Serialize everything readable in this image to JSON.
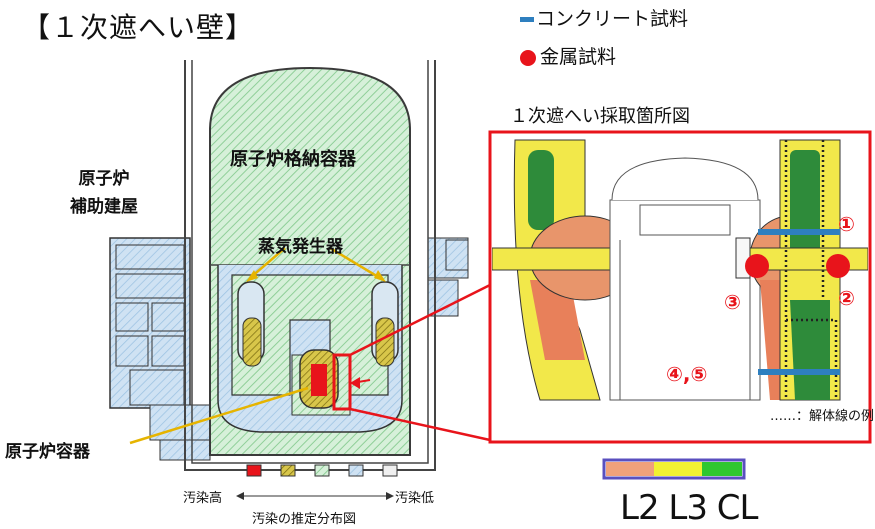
{
  "title": "【１次遮へい壁】",
  "legend": {
    "concrete_label": "コンクリート試料",
    "metal_label": "金属試料",
    "concrete_color": "#2e7fbf",
    "metal_color": "#e8141b"
  },
  "sampling": {
    "title": "１次遮へい採取箇所図",
    "points": [
      "①",
      "②",
      "③",
      "④,⑤"
    ],
    "cut_line_label": "……：解体線の例"
  },
  "labels": {
    "aux_building_line1": "原子炉",
    "aux_building_line2": "補助建屋",
    "containment": "原子炉格納容器",
    "steam_generator": "蒸気発生器",
    "reactor_vessel": "原子炉容器"
  },
  "contamination": {
    "high": "汚染高",
    "low": "汚染低",
    "distribution_title": "汚染の推定分布図",
    "swatches": [
      "#e8141b",
      "#b5a21f",
      "#bfe6c4",
      "#a9c9e6",
      "#f0f0f0"
    ]
  },
  "zones": {
    "labels_text": "L2 L3 CL",
    "colors": [
      "#f0a17b",
      "#f2f232",
      "#2fc72f"
    ]
  }
}
